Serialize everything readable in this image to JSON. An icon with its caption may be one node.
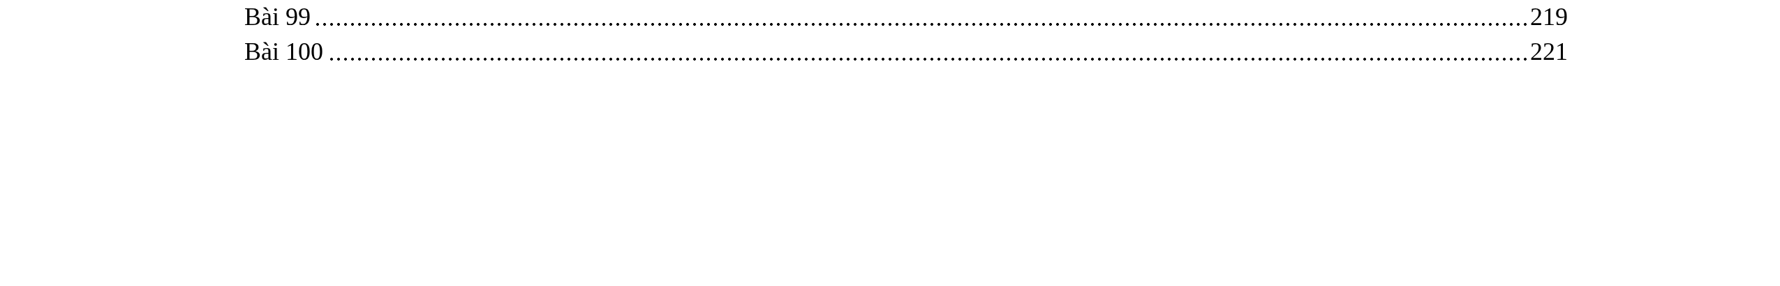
{
  "diagram": {
    "labels": [
      "Bài 99",
      "219",
      "Bài 100",
      "221"
    ]
  }
}
